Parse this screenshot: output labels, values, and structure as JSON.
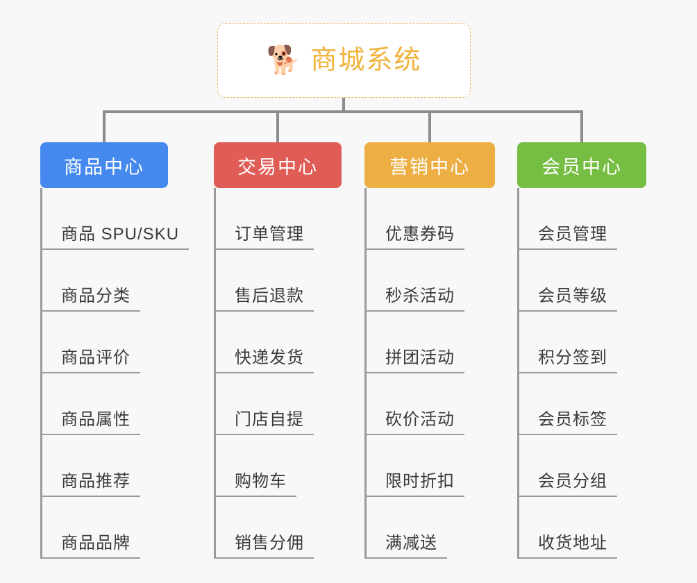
{
  "diagram": {
    "title": "商城系统",
    "type": "mindmap",
    "background_color": "#f8f8f8",
    "connector_color": "#8c8c8c"
  },
  "root": {
    "icon": "shiba-dog-face-icon",
    "icon_glyph": "🐕",
    "label": "商城系统",
    "text_color": "#f0b33c",
    "border_color": "#e8b860",
    "background_color": "#ffffff"
  },
  "branches": [
    {
      "id": "product-center",
      "label": "商品中心",
      "color": "#4589ee",
      "items": [
        "商品 SPU/SKU",
        "商品分类",
        "商品评价",
        "商品属性",
        "商品推荐",
        "商品品牌"
      ]
    },
    {
      "id": "trade-center",
      "label": "交易中心",
      "color": "#e05c57",
      "items": [
        "订单管理",
        "售后退款",
        "快递发货",
        "门店自提",
        "购物车",
        "销售分佣"
      ]
    },
    {
      "id": "marketing-center",
      "label": "营销中心",
      "color": "#edae43",
      "items": [
        "优惠券码",
        "秒杀活动",
        "拼团活动",
        "砍价活动",
        "限时折扣",
        "满减送"
      ]
    },
    {
      "id": "member-center",
      "label": "会员中心",
      "color": "#76bd43",
      "items": [
        "会员管理",
        "会员等级",
        "积分签到",
        "会员标签",
        "会员分组",
        "收货地址"
      ]
    }
  ]
}
